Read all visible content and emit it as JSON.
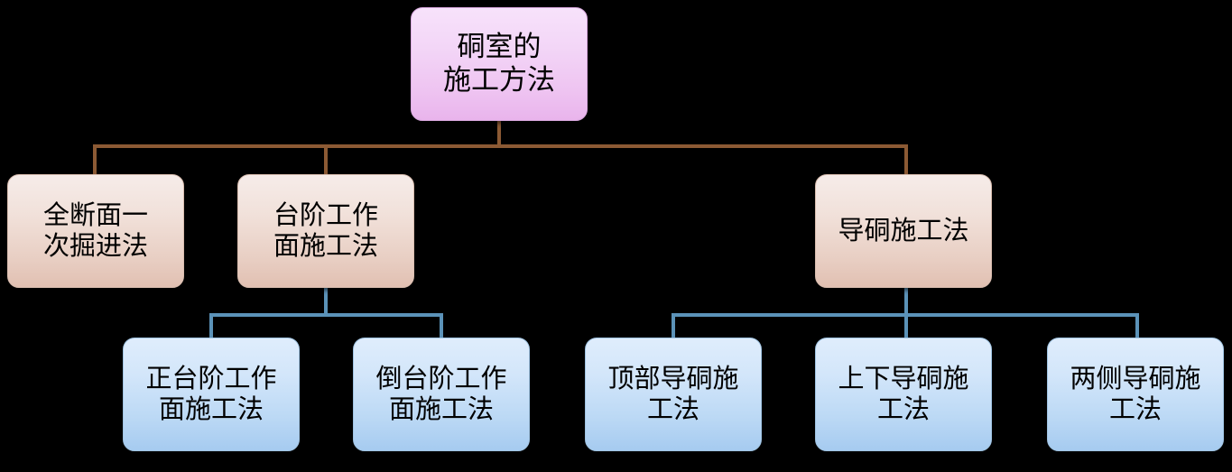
{
  "diagram": {
    "type": "tree-hierarchy",
    "title": "硐室的施工方法",
    "background_color": "#000000",
    "levels": [
      {
        "level": 1,
        "accent_color": "#e9b4ec",
        "connector_color": "#8c5a34",
        "nodes": [
          {
            "id": "root",
            "label": "硐室的\n施工方法"
          }
        ]
      },
      {
        "level": 2,
        "accent_color": "#e1c0b2",
        "connector_color": "#5b92b8",
        "nodes": [
          {
            "id": "l2-1",
            "label": "全断面一\n次掘进法"
          },
          {
            "id": "l2-2",
            "label": "台阶工作\n面施工法"
          },
          {
            "id": "l2-3",
            "label": "导硐施工法"
          }
        ]
      },
      {
        "level": 3,
        "accent_color": "#a6cbf0",
        "nodes": [
          {
            "id": "l3-1",
            "label": "正台阶工作\n面施工法"
          },
          {
            "id": "l3-2",
            "label": "倒台阶工作\n面施工法"
          },
          {
            "id": "l3-3",
            "label": "顶部导硐施\n工法"
          },
          {
            "id": "l3-4",
            "label": "上下导硐施\n工法"
          },
          {
            "id": "l3-5",
            "label": "两侧导硐施\n工法"
          }
        ]
      }
    ]
  }
}
